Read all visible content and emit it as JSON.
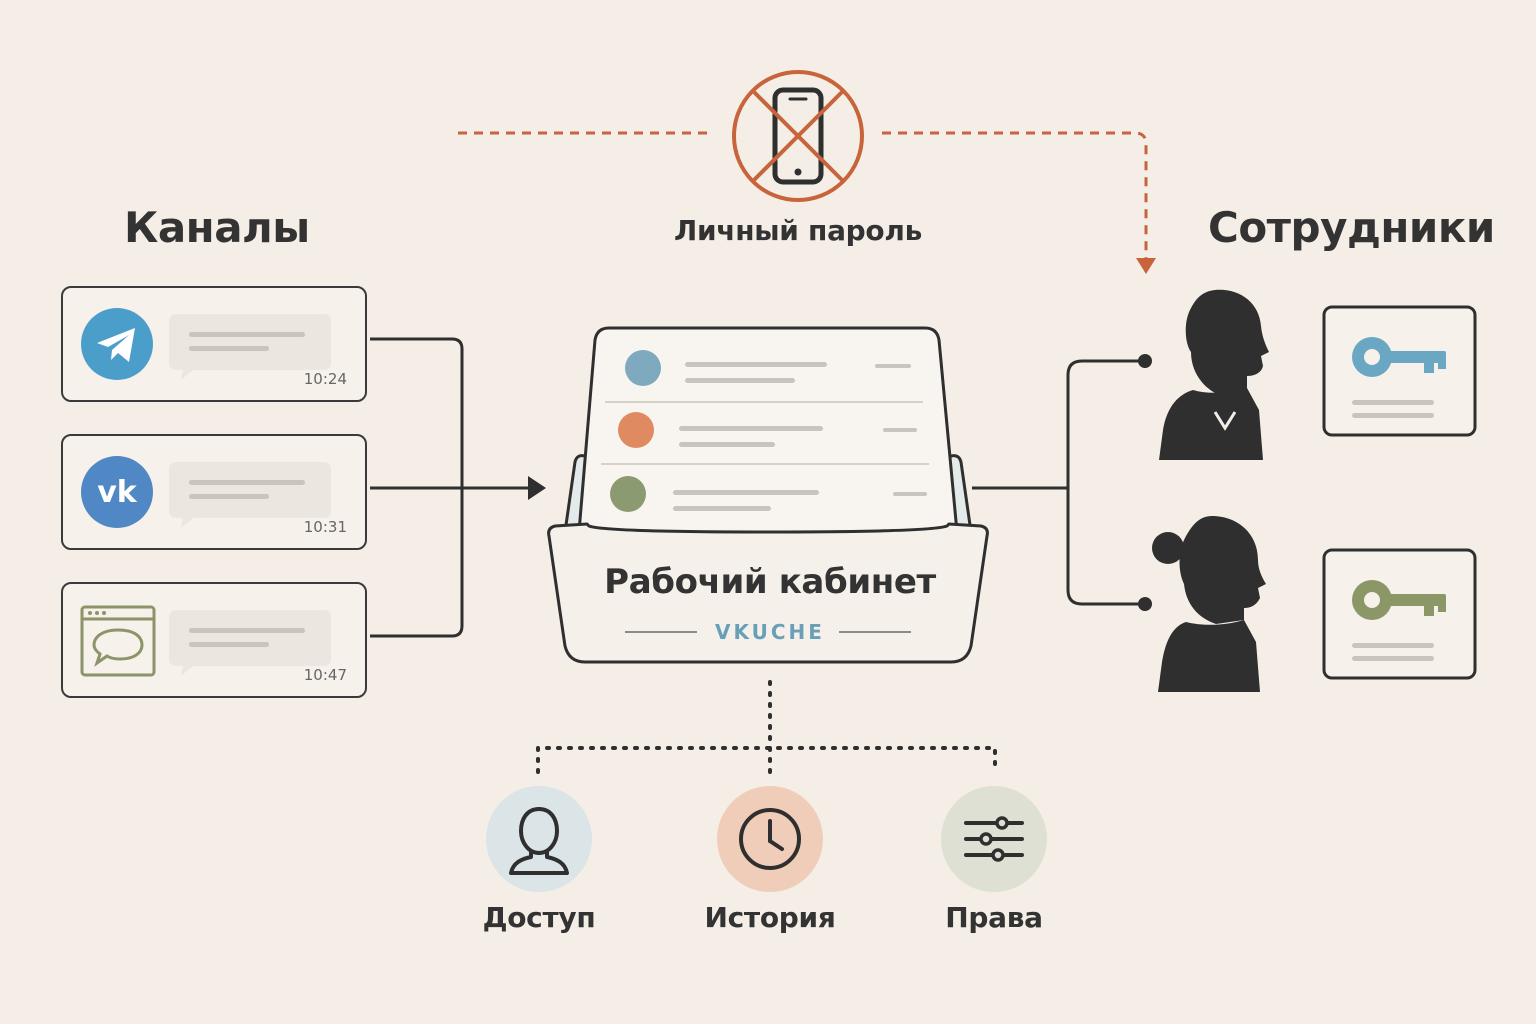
{
  "headings": {
    "channels": "Каналы",
    "employees": "Сотрудники",
    "personal_password": "Личный пароль"
  },
  "channels": [
    {
      "name": "telegram",
      "icon": "telegram-icon",
      "time": "10:24",
      "color": "#4a9ec9"
    },
    {
      "name": "vk",
      "icon": "vk-icon",
      "time": "10:31",
      "color": "#4f88c4"
    },
    {
      "name": "web-chat",
      "icon": "web-chat-icon",
      "time": "10:47",
      "color": "#8e946a"
    }
  ],
  "workspace": {
    "title": "Рабочий кабинет",
    "brand": "VKUCHE",
    "dot_colors": [
      "#7ea9be",
      "#e08a62",
      "#8c9a72"
    ]
  },
  "features": [
    {
      "label": "Доступ",
      "icon": "user-icon",
      "bg": "#dbe4e6"
    },
    {
      "label": "История",
      "icon": "clock-icon",
      "bg": "#f0cdb8"
    },
    {
      "label": "Права",
      "icon": "sliders-icon",
      "bg": "#dfe0d4"
    }
  ],
  "employees": [
    {
      "icon": "man-avatar-icon",
      "key_color": "#6aa7c2"
    },
    {
      "icon": "woman-avatar-icon",
      "key_color": "#8b9767"
    }
  ],
  "colors": {
    "background": "#f4eee6",
    "line": "#2f2f2f",
    "accent_orange": "#c8643c"
  }
}
